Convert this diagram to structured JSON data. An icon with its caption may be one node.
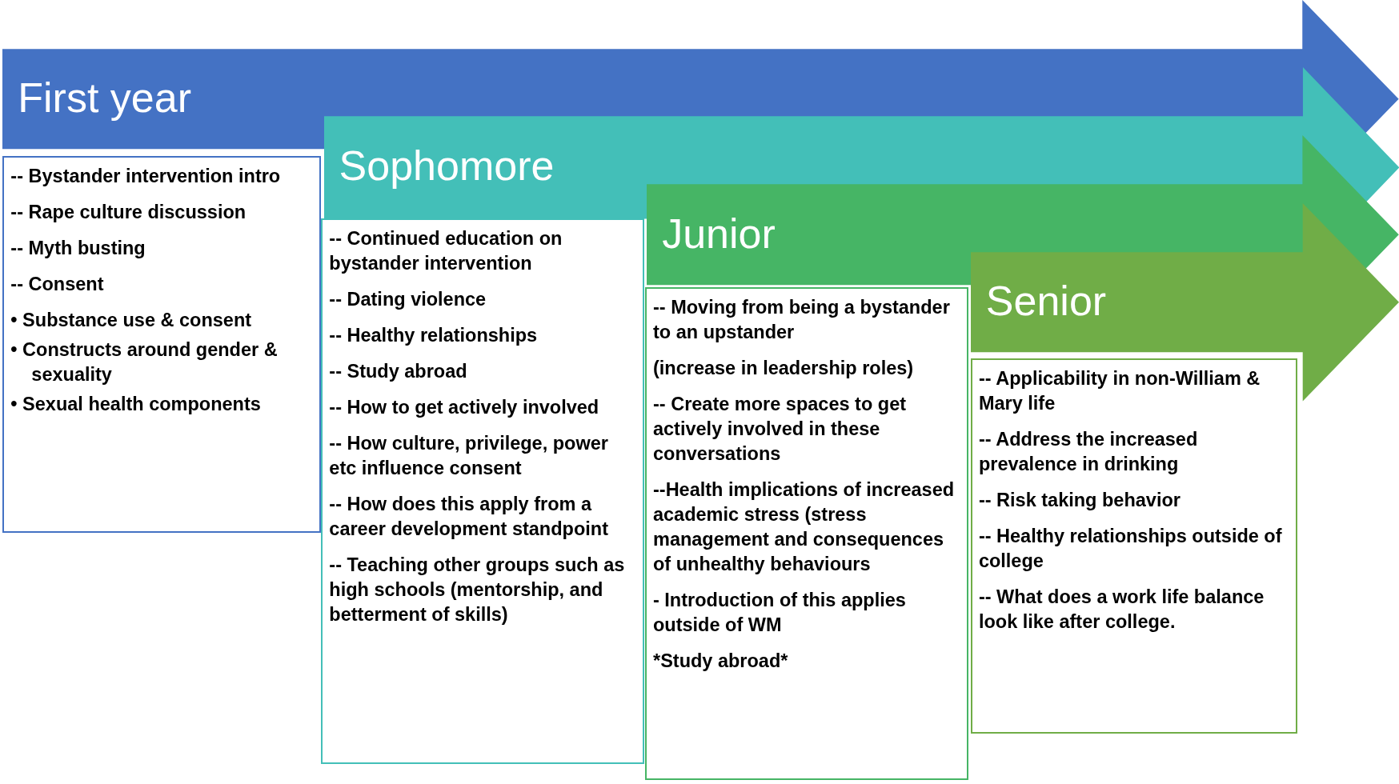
{
  "diagram": {
    "nodes": [
      {
        "text": [
          "First year"
        ]
      },
      {
        "text": [
          "-- Bystander intervention intro",
          "-- Rape culture discussion",
          "-- Myth busting",
          "-- Consent",
          "• Substance use & consent",
          "• Constructs around gender & sexuality",
          "• Sexual health components"
        ]
      },
      {
        "text": [
          "Sophomore"
        ]
      },
      {
        "text": [
          "-- Continued education on bystander intervention",
          "-- Dating violence",
          "-- Healthy relationships",
          "-- Study abroad",
          "-- How to get actively involved",
          "-- How culture, privilege, power etc influence consent",
          "-- How does this apply from a career development standpoint",
          "-- Teaching other groups such as high schools (mentorship, and betterment of skills)"
        ]
      },
      {
        "text": [
          "Junior"
        ]
      },
      {
        "text": [
          "-- Moving from being a bystander to an upstander",
          "(increase in leadership roles)",
          "-- Create more spaces to get actively involved in these conversations",
          "--Health implications of increased academic stress (stress management and consequences of unhealthy behaviours",
          "- Introduction of this applies outside of WM",
          "*Study abroad*"
        ]
      },
      {
        "text": [
          "Senior"
        ]
      },
      {
        "text": [
          "-- Applicability in non-William & Mary life",
          "-- Address the increased prevalence in drinking",
          "-- Risk taking behavior",
          "-- Healthy relationships outside of college",
          "-- What does a work life balance look like after college."
        ]
      }
    ]
  }
}
